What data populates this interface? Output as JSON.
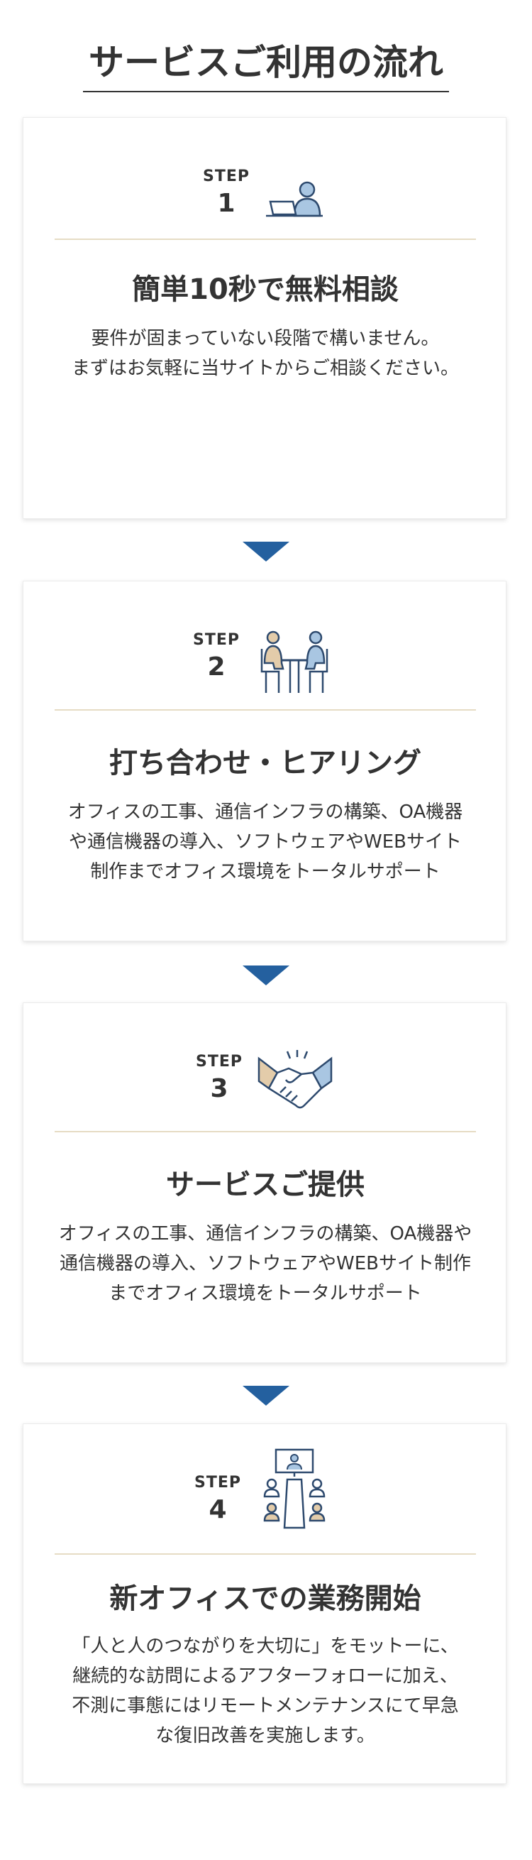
{
  "page": {
    "title": "サービスご利用の流れ"
  },
  "steps": [
    {
      "label": "STEP",
      "number": "1",
      "icon": "person-laptop-icon",
      "title": "簡単10秒で無料相談",
      "lines": [
        "要件が固まっていない段階で構いません。",
        "まずはお気軽に当サイトからご相談ください。"
      ]
    },
    {
      "label": "STEP",
      "number": "2",
      "icon": "meeting-table-icon",
      "title": "打ち合わせ・ヒアリング",
      "lines": [
        "オフィスの工事、通信インフラの構築、OA機器",
        "や通信機器の導入、ソフトウェアやWEBサイト",
        "制作までオフィス環境をトータルサポート"
      ]
    },
    {
      "label": "STEP",
      "number": "3",
      "icon": "handshake-icon",
      "title": "サービスご提供",
      "lines": [
        "オフィスの工事、通信インフラの構築、OA機器や",
        "通信機器の導入、ソフトウェアやWEBサイト制作",
        "までオフィス環境をトータルサポート"
      ]
    },
    {
      "label": "STEP",
      "number": "4",
      "icon": "conference-room-icon",
      "title": "新オフィスでの業務開始",
      "lines": [
        "「人と人のつながりを大切に」をモットーに、",
        "継続的な訪問によるアフターフォローに加え、",
        "不測に事態にはリモートメンテナンスにて早急",
        "な復旧改善を実施します。"
      ]
    }
  ],
  "colors": {
    "accent_blue": "#24609f",
    "icon_blue": "#a9c6e2",
    "icon_beige": "#e3ccaa",
    "divider": "#e6dcc4"
  }
}
